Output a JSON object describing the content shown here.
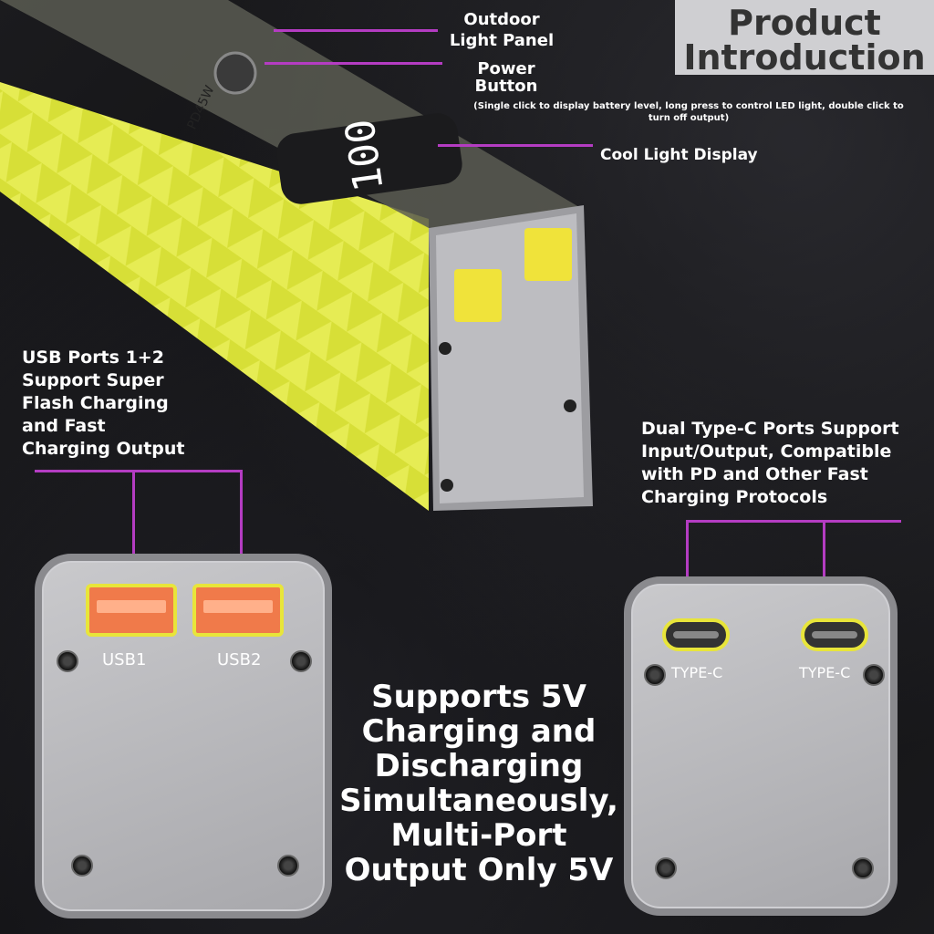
{
  "title": {
    "line1": "Product",
    "line2": "Introduction"
  },
  "callouts": {
    "outdoor_light": {
      "line1": "Outdoor",
      "line2": "Light Panel"
    },
    "power_button": {
      "line1": "Power",
      "line2": "Button"
    },
    "power_note": "(Single click to display battery level, long press to control LED light, double click to turn off output)",
    "cool_light": "Cool Light Display",
    "usb_ports": [
      "USB Ports 1+2",
      "Support Super",
      "Flash Charging",
      "and Fast",
      "Charging Output"
    ],
    "type_c": [
      "Dual Type-C Ports Support",
      "Input/Output, Compatible",
      "with PD and Other Fast",
      "Charging Protocols"
    ]
  },
  "center_text": [
    "Supports 5V",
    "Charging and",
    "Discharging",
    "Simultaneously,",
    "Multi-Port",
    "Output Only 5V"
  ],
  "ports": {
    "usb1": "USB1",
    "usb2": "USB2",
    "typec1": "TYPE-C",
    "typec2": "TYPE-C"
  },
  "device": {
    "model": "PD45W",
    "display_value": "100"
  },
  "colors": {
    "accent_line": "#b43cc2",
    "shell": "#d8e03a",
    "port_yellow": "#e8e53a",
    "usb_orange": "#f07a4a"
  }
}
